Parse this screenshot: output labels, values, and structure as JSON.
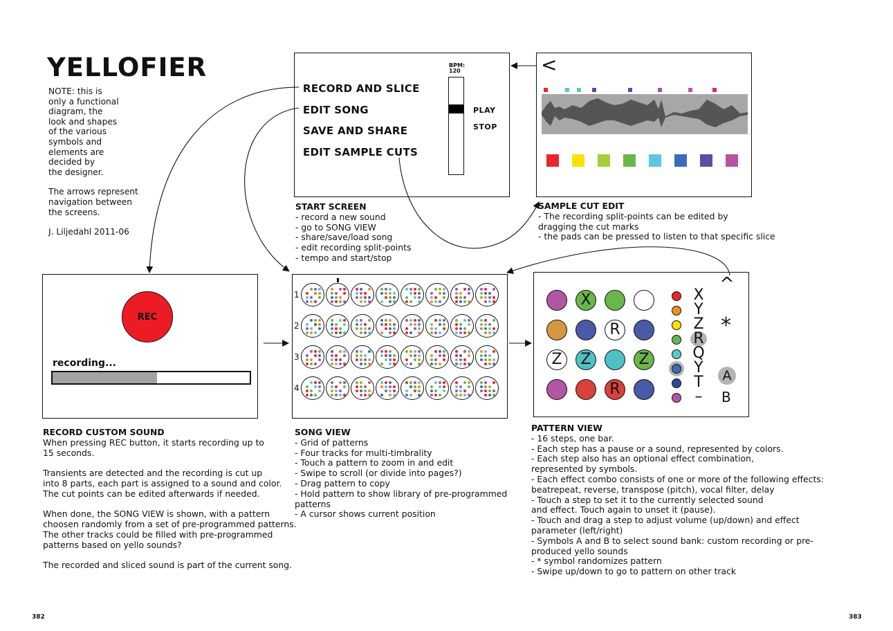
{
  "title": "YELLOFIER",
  "note": [
    "NOTE: this is\nonly a functional\ndiagram, the\nlook and shapes\nof the various\nsymbols and\nelements are\ndecided by\nthe designer.",
    "The arrows represent\nnavigation between\nthe screens.",
    "J. Liljedahl 2011-06"
  ],
  "start_screen": {
    "menu": [
      "RECORD AND SLICE",
      "EDIT SONG",
      "SAVE AND SHARE",
      "EDIT SAMPLE CUTS"
    ],
    "bpm_label": "BPM:",
    "bpm_value": "120",
    "play_label": "PLAY",
    "stop_label": "STOP",
    "caption_title": "START SCREEN",
    "caption_lines": [
      "- record a new sound",
      "- go to SONG VIEW",
      "- share/save/load song",
      "- edit recording split-points",
      "- tempo and start/stop"
    ]
  },
  "sample_cut_edit": {
    "back_glyph": "<",
    "mark_colors": [
      "#e8262d",
      "#5bc9c6",
      "#5bc9c6",
      "#4a52a6",
      "#4a52a6",
      "#9a55b0",
      "#b35aa9",
      "#d9247f"
    ],
    "pad_colors": [
      "#e8262d",
      "#ffe000",
      "#a6cd3a",
      "#6ab64b",
      "#5bc8df",
      "#3b6cb7",
      "#5f4ea2",
      "#b355a5"
    ],
    "caption_title": "SAMPLE CUT EDIT",
    "caption_lines": [
      "- The recording split-points can be edited by",
      "dragging the cut marks",
      "- the pads can be pressed to listen to that specific slice"
    ]
  },
  "record": {
    "rec_label": "REC",
    "recording_label": "recording...",
    "progress": 0.53,
    "caption_title": "RECORD CUSTOM SOUND",
    "caption_lines": [
      "When pressing REC button, it starts recording up to",
      "15 seconds.",
      "",
      "Transients are detected and the recording is cut up",
      "into 8 parts, each part is assigned to a sound and color.",
      "The cut points can be edited afterwards if needed.",
      "",
      "When done, the SONG VIEW is shown, with a pattern",
      "choosen randomly from a set of pre-programmed patterns.",
      "The other tracks could be filled with pre-programmed",
      "patterns based on yello sounds?",
      "",
      "The recorded and sliced sound is part of the current song."
    ]
  },
  "song_view": {
    "track_labels": [
      "1",
      "2",
      "3",
      "4"
    ],
    "dot_colors": [
      "#e8262d",
      "#f28c28",
      "#e8262d",
      "#6ab64b",
      "#5bc9c6",
      "#3b6cb7",
      "#9a55b0",
      "#b355a5",
      "#6ab64b",
      "#5bc9c6"
    ],
    "caption_title": "SONG VIEW",
    "caption_lines": [
      "- Grid of patterns",
      "- Four tracks for multi-timbrality",
      "- Touch a pattern to zoom in and edit",
      "- Swipe to scroll (or divide into pages?)",
      "- Drag pattern to copy",
      "- Hold pattern to show library of pre-programmed",
      "patterns",
      "- A cursor shows current position"
    ]
  },
  "pattern_view": {
    "steps": [
      {
        "color": "#b355a5",
        "symbol": ""
      },
      {
        "color": "#6ab64b",
        "symbol": "X"
      },
      {
        "color": "#6ab64b",
        "symbol": ""
      },
      {
        "color": "#ffffff",
        "symbol": ""
      },
      {
        "color": "#d7973e",
        "symbol": ""
      },
      {
        "color": "#4a5aa8",
        "symbol": ""
      },
      {
        "color": "#ffffff",
        "symbol": "R"
      },
      {
        "color": "#4a5aa8",
        "symbol": ""
      },
      {
        "color": "#ffffff",
        "symbol": "Z"
      },
      {
        "color": "#4fc1c4",
        "symbol": "Z"
      },
      {
        "color": "#4fc1c4",
        "symbol": ""
      },
      {
        "color": "#6ab64b",
        "symbol": "Z"
      },
      {
        "color": "#b355a5",
        "symbol": ""
      },
      {
        "color": "#d9413d",
        "symbol": ""
      },
      {
        "color": "#d9413d",
        "symbol": "R"
      },
      {
        "color": "#4a5aa8",
        "symbol": ""
      }
    ],
    "palette": [
      "#e8262d",
      "#f28c28",
      "#ffe000",
      "#6ab64b",
      "#5bc9c6",
      "#3b6cb7",
      "#2d4a9a",
      "#b355a5"
    ],
    "effect_symbols": [
      "X",
      "Y",
      "Z",
      "R",
      "Q",
      "Y",
      "T",
      "–"
    ],
    "up_glyph": "^",
    "star_glyph": "*",
    "bank_a": "A",
    "bank_b": "B",
    "caption_title": "PATTERN VIEW",
    "caption_lines": [
      "- 16 steps, one bar.",
      "- Each step has a pause or a sound, represented by colors.",
      "- Each step also has an optional effect combination,",
      "represented by symbols.",
      "- Each effect combo consists of one or more of the following effects:",
      "beatrepeat, reverse, transpose (pitch), vocal filter, delay",
      "- Touch a step to set it to the currently selected sound",
      "and effect. Touch again to unset it (pause).",
      "- Touch and drag a step to adjust volume (up/down) and effect",
      "parameter (left/right)",
      "- Symbols A and B to select sound bank: custom recording or pre-",
      "produced yello sounds",
      "- * symbol randomizes pattern",
      "- Swipe up/down to go to pattern on other track"
    ]
  },
  "page_left": "382",
  "page_right": "383"
}
